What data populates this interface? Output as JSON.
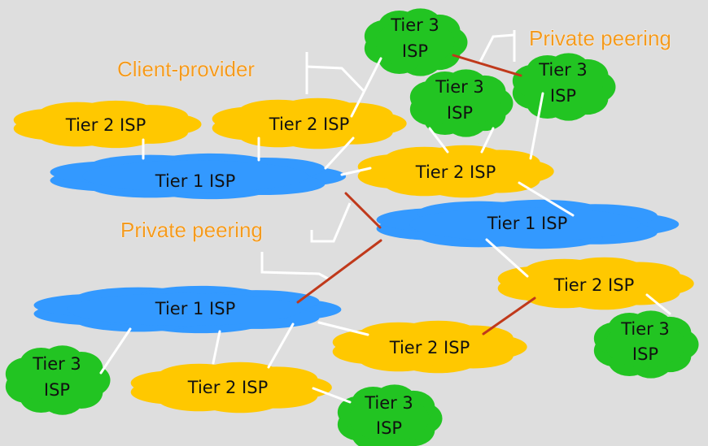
{
  "colors": {
    "background": "#dedede",
    "tier1": "#3399ff",
    "tier2": "#ffc800",
    "tier3": "#22c422",
    "client_link": "#ffffff",
    "peering_link": "#c0391b",
    "annotation": "#f39a1e"
  },
  "annotations": {
    "client_provider": "Client-provider",
    "private_peering_top": "Private peering",
    "private_peering_left": "Private peering"
  },
  "tier1": {
    "left": "Tier 1 ISP",
    "right": "Tier 1 ISP",
    "bottom": "Tier 1 ISP"
  },
  "tier2": {
    "a": "Tier 2 ISP",
    "b": "Tier 2 ISP",
    "c": "Tier 2 ISP",
    "d": "Tier 2 ISP",
    "e": "Tier 2 ISP",
    "f": "Tier 2 ISP"
  },
  "tier3": {
    "top": [
      "Tier 3",
      "ISP"
    ],
    "mid": [
      "Tier 3",
      "ISP"
    ],
    "right": [
      "Tier 3",
      "ISP"
    ],
    "lower_right": [
      "Tier 3",
      "ISP"
    ],
    "left": [
      "Tier 3",
      "ISP"
    ],
    "bottom": [
      "Tier 3",
      "ISP"
    ]
  }
}
